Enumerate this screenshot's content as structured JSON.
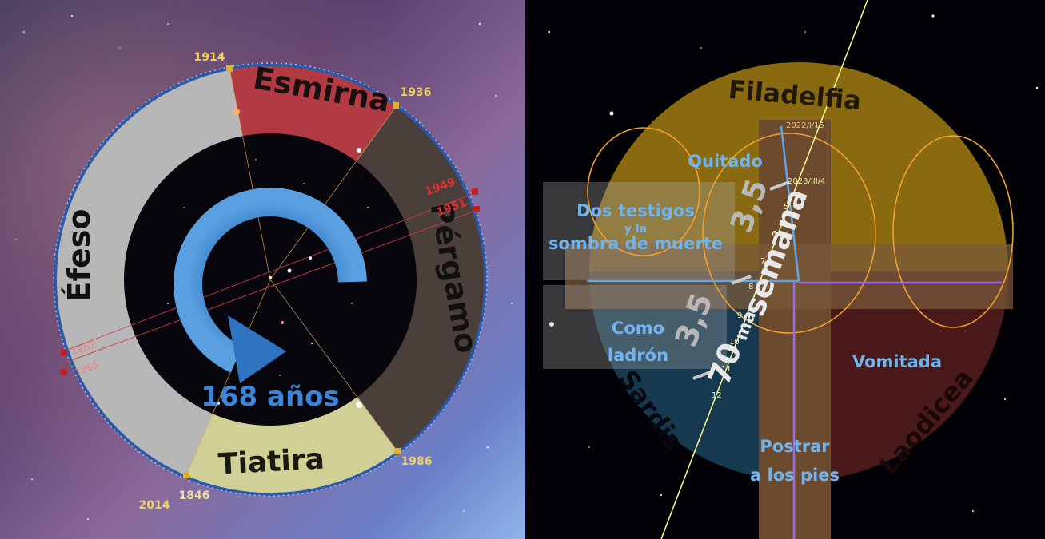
{
  "left_panel": {
    "churches": {
      "smyrna": "Esmirna",
      "pergamum": "Pérgamo",
      "thyatira": "Tiatira",
      "ephesus": "Éfeso"
    },
    "center_label": "168 años",
    "years": {
      "y1914": "1914",
      "y1936": "1936",
      "y1949": "1949",
      "y1951": "1951",
      "y1867": "1867",
      "y1865": "1865",
      "y1986": "1986",
      "y2014": "2014",
      "y1846": "1846"
    },
    "colors": {
      "smyrna": "#b23a43",
      "pergamum": "#4a3f3a",
      "thyatira": "#cfcf96",
      "ephesus": "#b7b7b7",
      "ring": "#2c5aa8",
      "arrow": "#3b7fc4"
    }
  },
  "right_panel": {
    "churches": {
      "philadelphia": "Filadelfia",
      "sardis": "Sardis",
      "laodicea": "Laodicea"
    },
    "labels": {
      "taken": "Quitado",
      "two_witnesses": "Dos testigos",
      "and_the": "y la",
      "shadow_of_death": "sombra de muerte",
      "like_a": "Como",
      "thief": "ladrón",
      "vomited": "Vomitada",
      "bow_down": "Postrar",
      "at_the_feet": "a los pies",
      "half_week_a": "3,5",
      "half_week_b": "3,5",
      "week": "semana",
      "seventieth": "70",
      "seventieth_sup": "ma"
    },
    "dates": {
      "d1": "2022/I/15",
      "d2": "2023/III/4"
    },
    "ticks": [
      "5",
      "6",
      "7",
      "8",
      "9",
      "10",
      "11",
      "12"
    ],
    "colors": {
      "philadelphia": "#b58a10",
      "sardis": "#2f6f9c",
      "laodicea": "#8b2a2a",
      "label": "#6fb3f0",
      "line": "#ffff88"
    }
  }
}
